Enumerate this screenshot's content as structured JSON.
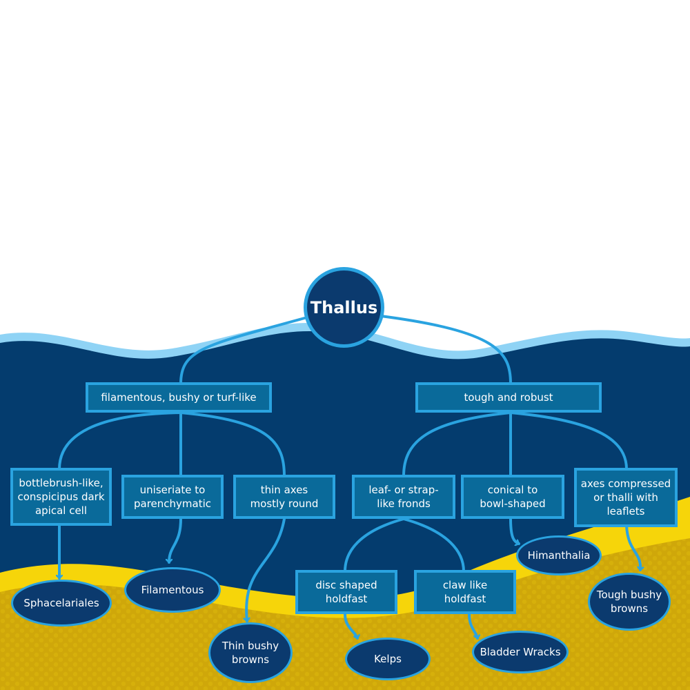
{
  "root": "Thallus",
  "categories": {
    "filamentous": "filamentous, bushy or turf-like",
    "tough": "tough and robust"
  },
  "traits": {
    "bottlebrush": "bottlebrush-like,\nconspicipus dark\napical cell",
    "uniseriate": "uniseriate to\nparenchymatic",
    "thin_axes": "thin axes\nmostly round",
    "leaf_strap": "leaf- or strap-\nlike fronds",
    "conical": "conical to\nbowl-shaped",
    "axes_compressed": "axes compressed\nor thalli with\nleaflets",
    "disc_holdfast": "disc shaped\nholdfast",
    "claw_holdfast": "claw like\nholdfast"
  },
  "groups": {
    "sphacelariales": "Sphacelariales",
    "filamentous": "Filamentous",
    "thin_bushy": "Thin bushy\nbrowns",
    "kelps": "Kelps",
    "bladder_wracks": "Bladder Wracks",
    "himanthalia": "Himanthalia",
    "tough_bushy": "Tough bushy\nbrowns"
  },
  "colors": {
    "sky": "#ffffff",
    "wave_light": "#8fd3f5",
    "sea": "#043c6e",
    "sand": "#f6d50a",
    "sand_dark": "#cfa70a",
    "box_fill": "#0a6a9a",
    "oval_fill": "#0b3a6e",
    "line": "#2aa3e0"
  }
}
